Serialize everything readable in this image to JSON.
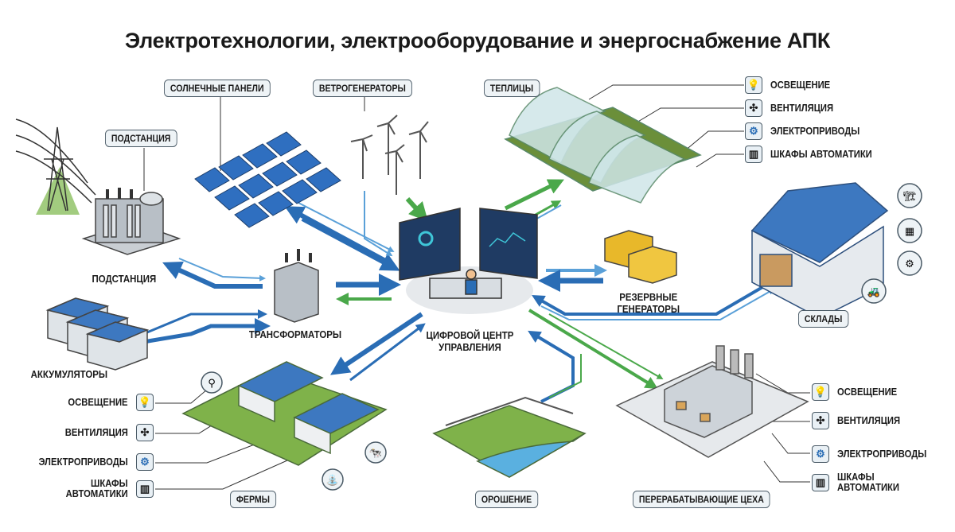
{
  "title": "Электротехнологии, электрооборудование и энергоснабжение АПК",
  "tags": {
    "solar": "СОЛНЕЧНЫЕ ПАНЕЛИ",
    "wind": "ВЕТРОГЕНЕРАТОРЫ",
    "greenhouses": "ТЕПЛИЦЫ",
    "substation_top": "ПОДСТАНЦИЯ",
    "warehouses": "СКЛАДЫ",
    "farms": "ФЕРМЫ",
    "irrigation": "ОРОШЕНИЕ",
    "processing": "ПЕРЕРАБАТЫВАЮЩИЕ ЦЕХА"
  },
  "labels": {
    "substation": "ПОДСТАНЦИЯ",
    "transformers": "ТРАНСФОРМАТОРЫ",
    "batteries": "АККУМУЛЯТОРЫ",
    "control_1": "ЦИФРОВОЙ ЦЕНТР",
    "control_2": "УПРАВЛЕНИЯ",
    "generators_1": "РЕЗЕРВНЫЕ",
    "generators_2": "ГЕНЕРАТОРЫ"
  },
  "greenhouse_legend": [
    {
      "icon": "lightbulb-icon",
      "label": "ОСВЕЩЕНИЕ"
    },
    {
      "icon": "fan-icon",
      "label": "ВЕНТИЛЯЦИЯ"
    },
    {
      "icon": "motor-icon",
      "label": "ЭЛЕКТРОПРИВОДЫ"
    },
    {
      "icon": "cabinet-icon",
      "label": "ШКАФЫ АВТОМАТИКИ"
    }
  ],
  "farm_legend": [
    {
      "icon": "lightbulb-icon",
      "label": "ОСВЕЩЕНИЕ"
    },
    {
      "icon": "fan-icon",
      "label": "ВЕНТИЛЯЦИЯ"
    },
    {
      "icon": "motor-icon",
      "label": "ЭЛЕКТРОПРИВОДЫ"
    },
    {
      "icon": "cabinet-icon",
      "label": "ШКАФЫ",
      "label2": "АВТОМАТИКИ"
    }
  ],
  "processing_legend": [
    {
      "icon": "lightbulb-icon",
      "label": "ОСВЕЩЕНИЕ"
    },
    {
      "icon": "fan-icon",
      "label": "ВЕНТИЛЯЦИЯ"
    },
    {
      "icon": "motor-icon",
      "label": "ЭЛЕКТРОПРИВОДЫ"
    },
    {
      "icon": "cabinet-icon",
      "label": "ШКАФЫ",
      "label2": "АВТОМАТИКИ"
    }
  ],
  "colors": {
    "blue": "#2a6db5",
    "light_blue": "#5aa0d8",
    "green": "#4aa84a",
    "yellow": "#e8b82a",
    "roof": "#3d78c0"
  }
}
